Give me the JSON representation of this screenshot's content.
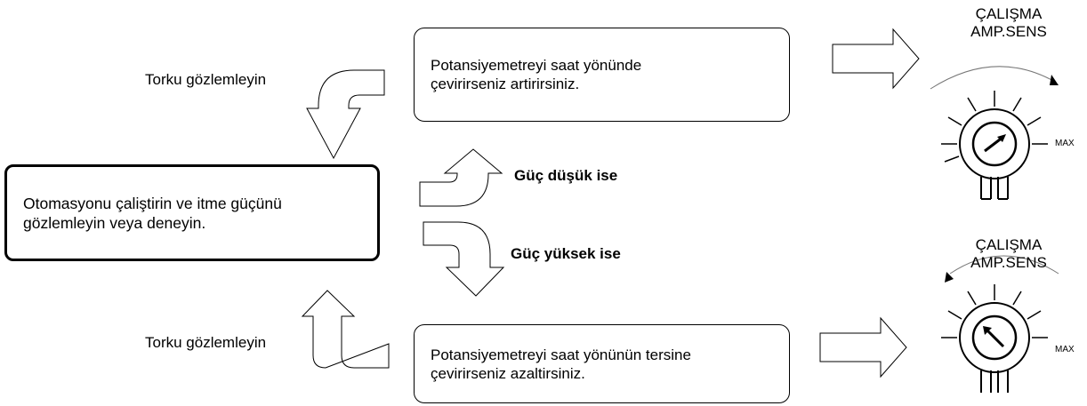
{
  "instructions": {
    "top": [
      "Potansiyemetreyi saat yönünde",
      "çevirirseniz artirirsiniz."
    ],
    "bottom": [
      "Potansiyemetreyi saat yönünün tersine",
      "çevirirseniz azaltirsiniz."
    ]
  },
  "main_step": [
    "Otomasyonu çaliştirin ve itme güçünü",
    "gözlemleyin veya deneyin."
  ],
  "observe_top": "Torku gözlemleyin",
  "observe_bottom": "Torku gözlemleyin",
  "condition_low": "Güç düşük ise",
  "condition_high": "Güç yüksek ise",
  "dial_top": {
    "title": [
      "ÇALIŞMA",
      "AMP.SENS"
    ],
    "max_label": "MAX",
    "direction": "clockwise"
  },
  "dial_bottom": {
    "title": [
      "ÇALIŞMA",
      "AMP.SENS"
    ],
    "max_label": "MAX",
    "direction": "counterclockwise"
  }
}
